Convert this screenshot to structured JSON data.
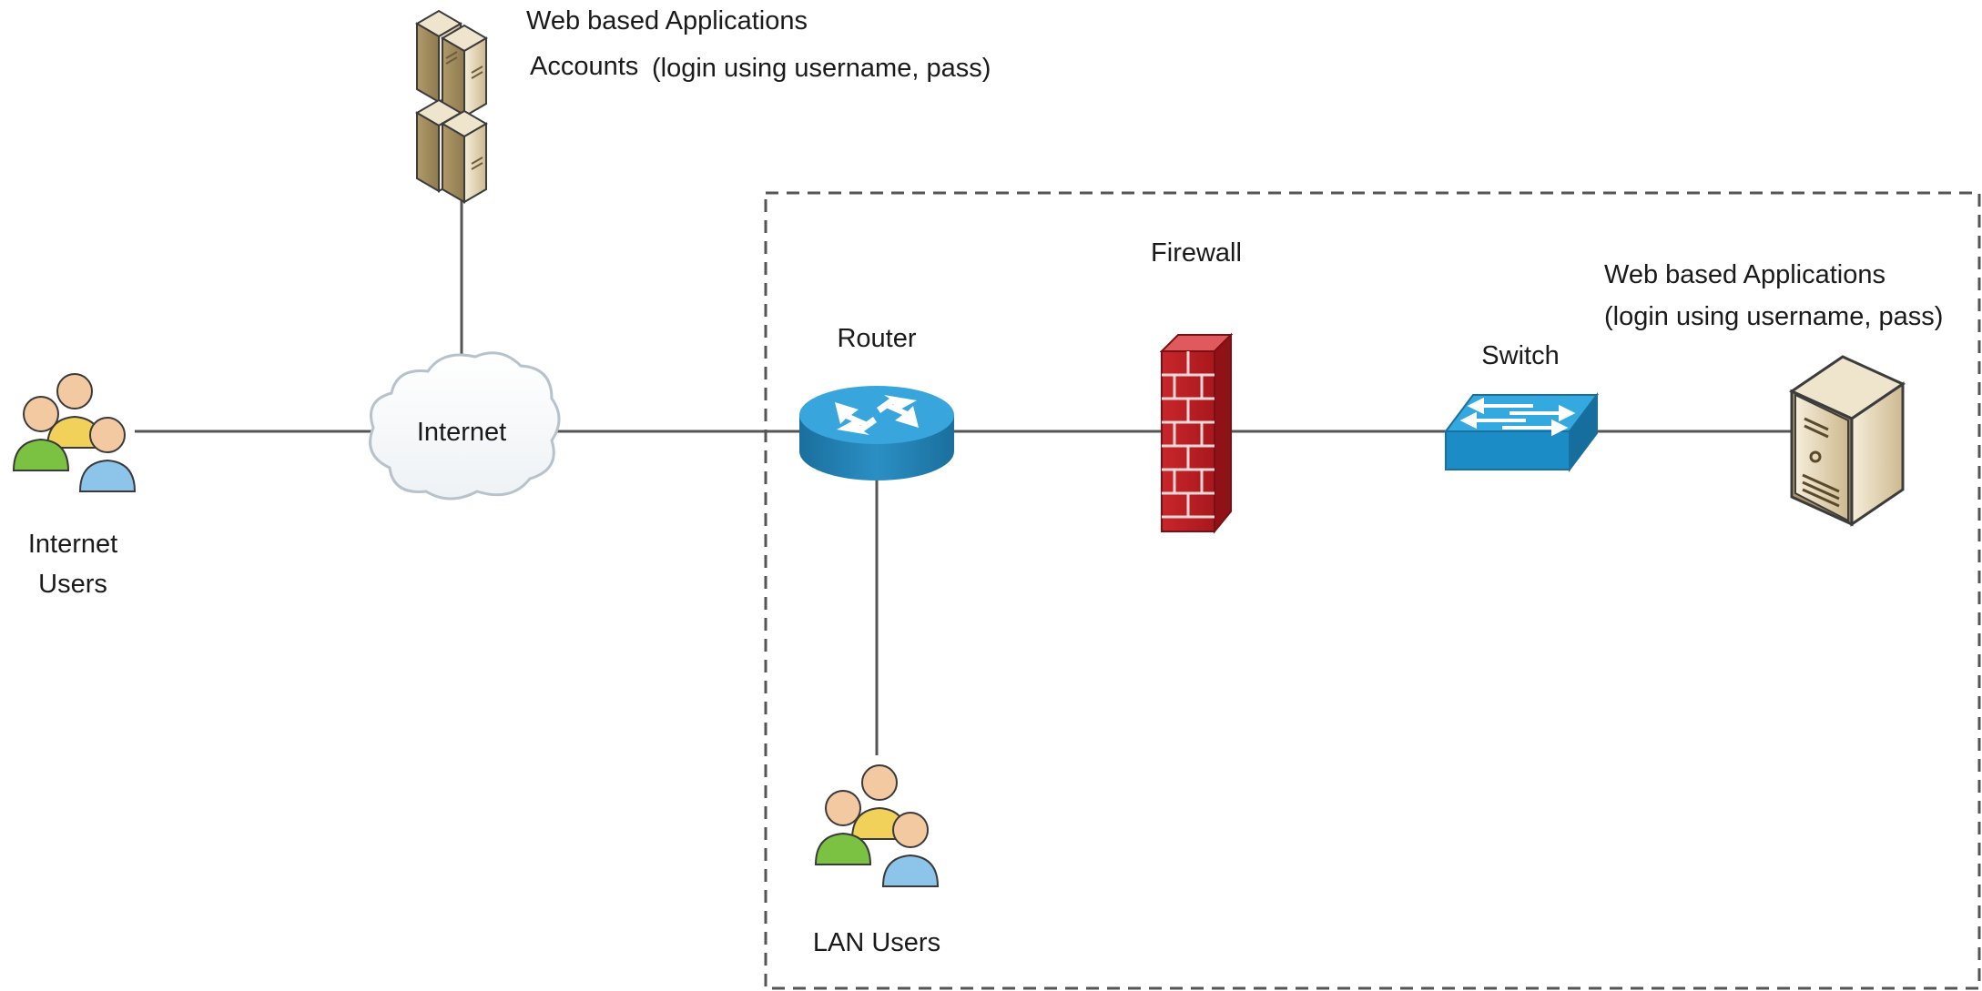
{
  "cloud_servers": {
    "title": "Web based Applications",
    "subtitle": "Accounts",
    "detail": "(login using username, pass)"
  },
  "internet_users": {
    "line1": "Internet",
    "line2": "Users"
  },
  "internet": {
    "label": "Internet"
  },
  "router": {
    "label": "Router"
  },
  "firewall": {
    "label": "Firewall"
  },
  "switch": {
    "label": "Switch"
  },
  "lan_server": {
    "line1": "Web based Applications",
    "line2": "(login using username, pass)"
  },
  "lan_users": {
    "label": "LAN Users"
  }
}
